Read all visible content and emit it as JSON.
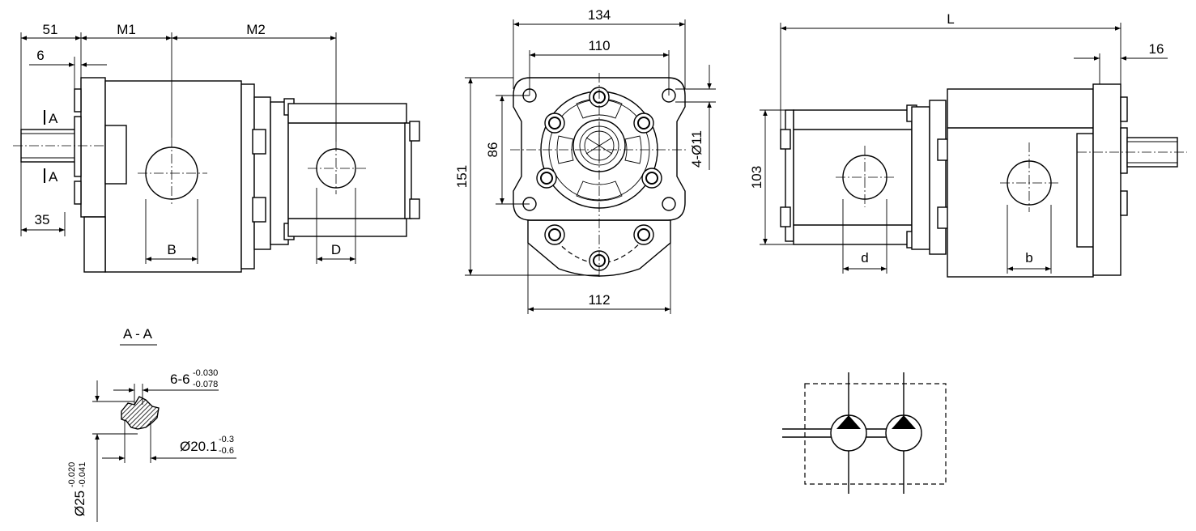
{
  "dimensions": {
    "left_51": "51",
    "left_m1": "M1",
    "left_m2": "M2",
    "left_6": "6",
    "left_a_top": "A",
    "left_a_bottom": "A",
    "left_35": "35",
    "left_b": "B",
    "left_d": "D",
    "front_134": "134",
    "front_110": "110",
    "front_86": "86",
    "front_151": "151",
    "front_holes": "4-Ø11",
    "front_112": "112",
    "right_l": "L",
    "right_16": "16",
    "right_103": "103",
    "right_small_d": "d",
    "right_small_b": "b"
  },
  "section": {
    "title": "A - A",
    "key_nominal": "6-6",
    "key_upper": "-0.030",
    "key_lower": "-0.078",
    "minor_nominal": "Ø20.1",
    "minor_upper": "-0.3",
    "minor_lower": "-0.6",
    "major_nominal": "Ø25",
    "major_upper": "-0.020",
    "major_lower": "-0.041"
  }
}
